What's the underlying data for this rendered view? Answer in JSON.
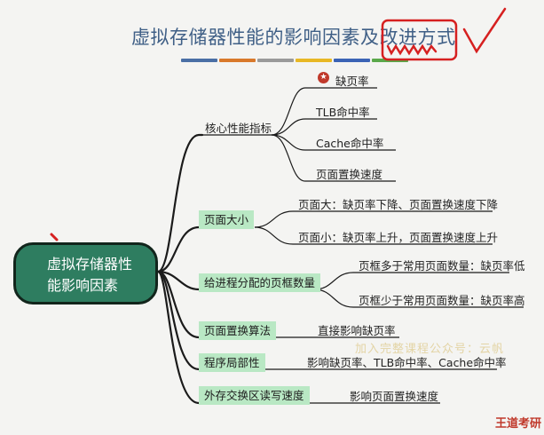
{
  "title": "虚拟存储器性能的影响因素及改进方式",
  "colors": {
    "title_bar": [
      "#4a6fa5",
      "#d9792b",
      "#9a9a9a",
      "#e8b825",
      "#3b63b5",
      "#5aa84a"
    ],
    "root_fill": "#2e7d60",
    "branch_highlight": "#b9e8c4",
    "annotation_red": "#d62020"
  },
  "root": {
    "line1": "虚拟存储器性",
    "line2": "能影响因素"
  },
  "branches": {
    "kpi": {
      "label": "核心性能指标",
      "items": [
        "缺页率",
        "TLB命中率",
        "Cache命中率",
        "页面置换速度"
      ]
    },
    "page_size": {
      "label": "页面大小",
      "items": [
        "页面大：缺页率下降、页面置换速度下降",
        "页面小：缺页率上升，页面置换速度上升"
      ]
    },
    "frames": {
      "label": "给进程分配的页框数量",
      "items": [
        "页框多于常用页面数量：缺页率低",
        "页框少于常用页面数量：缺页率高"
      ]
    },
    "algorithm": {
      "label": "页面置换算法",
      "item": "直接影响缺页率"
    },
    "locality": {
      "label": "程序局部性",
      "item": "影响缺页率、TLB命中率、Cache命中率"
    },
    "swap": {
      "label": "外存交换区读写速度",
      "item": "影响页面置换速度"
    }
  },
  "icons": {
    "kpi_highlight": "star-icon"
  },
  "watermark": "加入完整课程公众号：云帆",
  "brand": "王道考研"
}
